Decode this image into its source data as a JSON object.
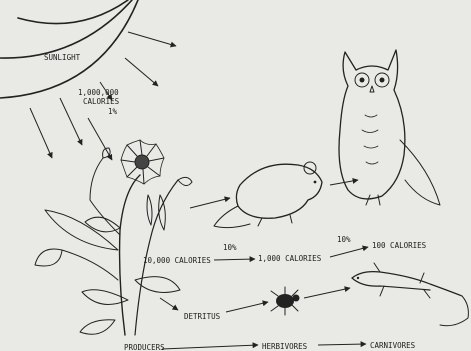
{
  "labels": {
    "sunlight": "SUNLIGHT",
    "sun_calories_amount": "1,000,000",
    "sun_calories_unit": "CALORIES",
    "sun_percent": "1%",
    "producer_calories": "10,000 CALORIES",
    "herbivore_calories": "1,000 CALORIES",
    "carnivore_calories": "100 CALORIES",
    "pct_producer_to_herbivore": "10%",
    "pct_herbivore_to_carnivore": "10%",
    "detritus": "DETRITUS",
    "producers": "PRODUCERS",
    "herbivores": "HERBIVORES",
    "carnivores": "CARNIVORES"
  },
  "colors": {
    "paper": "#e9e9e6",
    "ink": "#222222"
  },
  "illustrations": [
    "sun",
    "flowering-plant",
    "mouse",
    "owl",
    "beetle",
    "lizard"
  ]
}
